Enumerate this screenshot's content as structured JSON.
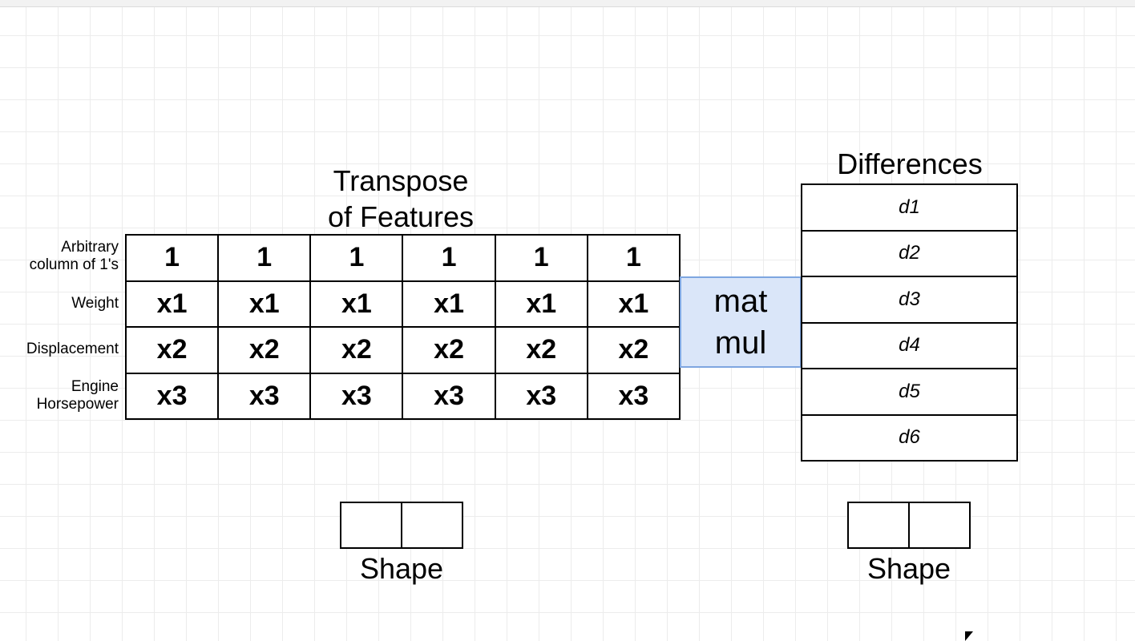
{
  "transpose": {
    "title_line1": "Transpose",
    "title_line2": "of Features",
    "row_labels": [
      [
        "Arbitrary",
        "column of 1's"
      ],
      [
        "Weight"
      ],
      [
        "Displacement"
      ],
      [
        "Engine",
        "Horsepower"
      ]
    ],
    "rows": [
      [
        "1",
        "1",
        "1",
        "1",
        "1",
        "1"
      ],
      [
        "x1",
        "x1",
        "x1",
        "x1",
        "x1",
        "x1"
      ],
      [
        "x2",
        "x2",
        "x2",
        "x2",
        "x2",
        "x2"
      ],
      [
        "x3",
        "x3",
        "x3",
        "x3",
        "x3",
        "x3"
      ]
    ]
  },
  "matmul": {
    "line1": "mat",
    "line2": "mul",
    "fill": "#dae6f9",
    "stroke": "#7ea6e0"
  },
  "differences": {
    "title": "Differences",
    "values": [
      "d1",
      "d2",
      "d3",
      "d4",
      "d5",
      "d6"
    ]
  },
  "shapes": {
    "left_label": "Shape",
    "right_label": "Shape"
  }
}
